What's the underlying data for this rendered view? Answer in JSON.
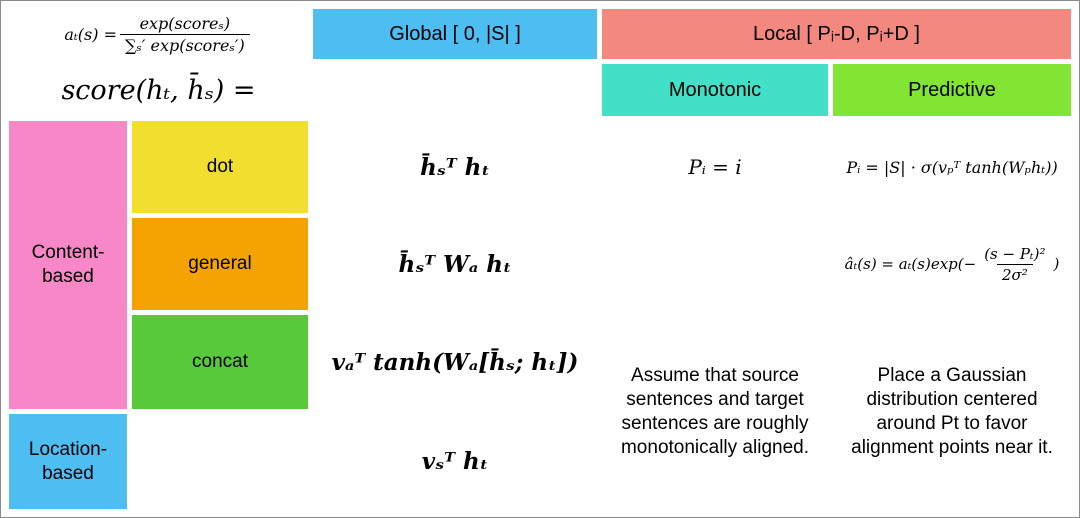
{
  "colors": {
    "blue": "#4DBDF2",
    "salmon": "#F3887F",
    "turquoise": "#43E0C8",
    "bright_green": "#82E433",
    "pink": "#F787C6",
    "yellow": "#F2DE2E",
    "orange": "#F5A302",
    "green": "#57C93A"
  },
  "header": {
    "softmax": {
      "lhs": "aₜ(s) =",
      "numerator": "exp(scoreₛ)",
      "denominator": "∑ₛ′ exp(scoreₛ′)"
    },
    "global_label": "Global [ 0, |S| ]",
    "local_label": "Local [ Pᵢ-D, Pᵢ+D ]",
    "score_label": "score(hₜ, h̄ₛ) =",
    "monotonic_label": "Monotonic",
    "predictive_label": "Predictive"
  },
  "rows": {
    "content_based_label": "Content-based",
    "location_based_label": "Location-based",
    "dot": {
      "label": "dot",
      "formula": "h̄ₛᵀ hₜ"
    },
    "general": {
      "label": "general",
      "formula": "h̄ₛᵀ Wₐ hₜ"
    },
    "concat": {
      "label": "concat",
      "formula": "vₐᵀ tanh(Wₐ[h̄ₛ; hₜ])"
    },
    "location": {
      "formula": "vₛᵀ hₜ"
    }
  },
  "monotonic": {
    "formula": "Pᵢ = i",
    "note": "Assume that source sentences and target sentences are roughly monotonically aligned."
  },
  "predictive": {
    "position_formula": "Pᵢ = |S| · σ(vₚᵀ tanh(Wₚhₜ))",
    "gaussian": {
      "prefix": "âₜ(s) = aₜ(s)exp(−",
      "numerator": "(s − Pₜ)²",
      "denominator": "2σ²",
      "suffix": ")"
    },
    "note": "Place a Gaussian distribution centered around Pt to favor alignment points near it."
  }
}
